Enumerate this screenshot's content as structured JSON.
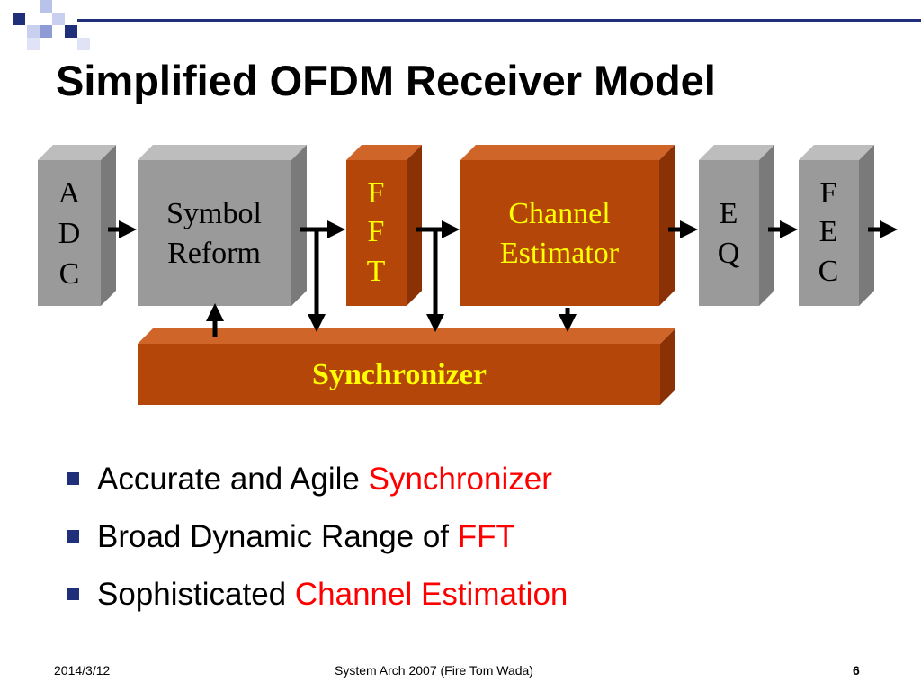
{
  "slide": {
    "title": "Simplified OFDM Receiver Model",
    "colors": {
      "gray_block": "#9a9a9a",
      "orange_block": "#b5460a",
      "orange_text": "#ffff00",
      "bullet_highlight": "#ff0000",
      "bullet_marker": "#1f2f7a"
    }
  },
  "diagram": {
    "adc": {
      "line1": "A",
      "line2": "D",
      "line3": "C"
    },
    "symbol_reform": {
      "line1": "Symbol",
      "line2": "Reform"
    },
    "fft": {
      "line1": "F",
      "line2": "F",
      "line3": "T"
    },
    "channel_estimator": {
      "line1": "Channel",
      "line2": "Estimator"
    },
    "eq": {
      "line1": "E",
      "line2": "Q"
    },
    "fec": {
      "line1": "F",
      "line2": "E",
      "line3": "C"
    },
    "synchronizer": {
      "label": "Synchronizer"
    }
  },
  "bullets": [
    {
      "text": "Accurate and Agile ",
      "highlight": "Synchronizer"
    },
    {
      "text": "Broad Dynamic Range of ",
      "highlight": "FFT"
    },
    {
      "text": "Sophisticated ",
      "highlight": "Channel Estimation"
    }
  ],
  "footer": {
    "date": "2014/3/12",
    "center": "System Arch 2007  (Fire Tom Wada)",
    "page": "6"
  }
}
